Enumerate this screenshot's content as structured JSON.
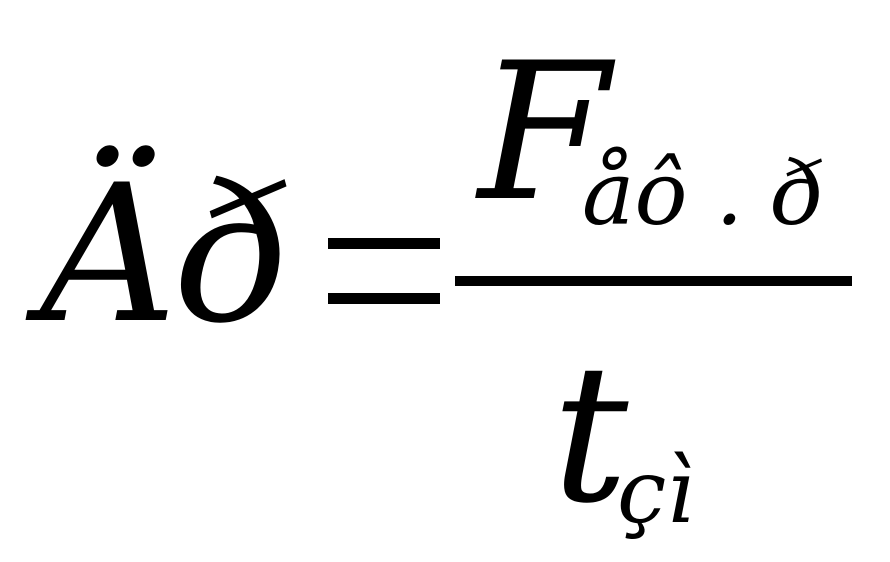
{
  "formula": {
    "lhs": "Äð",
    "equals": "=",
    "numerator": {
      "main": "F",
      "subscript": "åô . ð"
    },
    "denominator": {
      "main": "t",
      "subscript": "çì"
    }
  }
}
